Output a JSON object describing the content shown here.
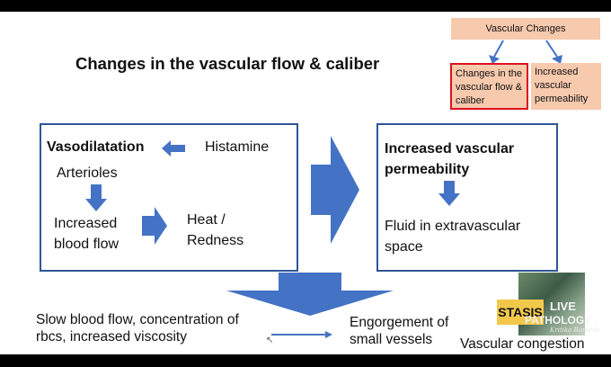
{
  "slide": {
    "title": "Changes in the vascular flow & caliber",
    "vascular_changes": {
      "heading": "Vascular Changes",
      "left_box": "Changes in the vascular flow & caliber",
      "right_box": "Increased vascular permeability"
    },
    "left_panel": {
      "vasodilatation": "Vasodilatation",
      "histamine": "Histamine",
      "arterioles": "Arterioles",
      "increased_blood_flow": "Increased blood flow",
      "heat_redness": "Heat / Redness"
    },
    "right_panel": {
      "heading": "Increased  vascular permeability",
      "fluid": "Fluid in extravascular space"
    },
    "bottom": {
      "slow_flow": "Slow blood flow, concentration of rbcs, increased viscosity",
      "engorgement": "Engorgement of small vessels",
      "congestion": "Vascular congestion",
      "stasis": "STASIS"
    },
    "thumbnail": {
      "line1": "LIVE",
      "line2": "PATHOLOGY",
      "signature": "Kritika Ramesh"
    },
    "colors": {
      "arrow_blue": "#4472c4",
      "panel_border": "#2f5597",
      "vc_fill": "#f7c9ad",
      "highlight_red": "#d9121e",
      "stasis_fill": "#f2c84b"
    }
  }
}
